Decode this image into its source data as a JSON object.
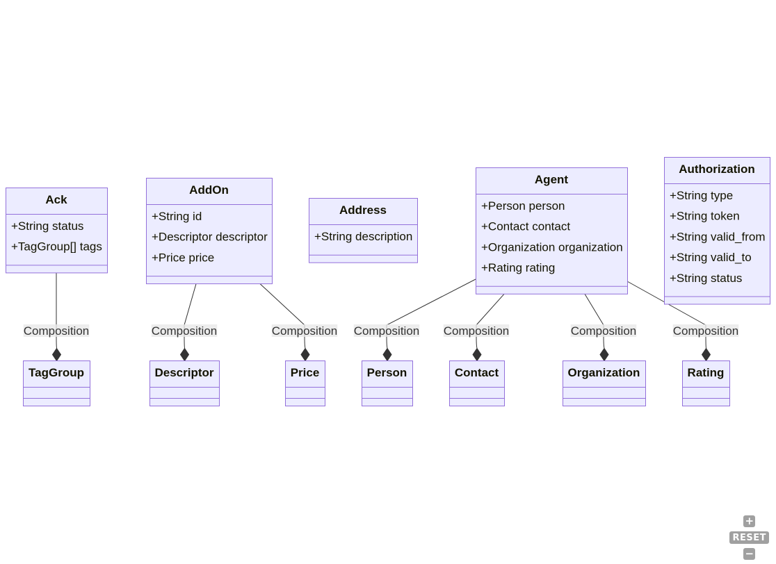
{
  "classes": [
    {
      "id": "Ack",
      "name": "Ack",
      "attributes": [
        "+String status",
        "+TagGroup[] tags"
      ]
    },
    {
      "id": "AddOn",
      "name": "AddOn",
      "attributes": [
        "+String id",
        "+Descriptor descriptor",
        "+Price price"
      ]
    },
    {
      "id": "Address",
      "name": "Address",
      "attributes": [
        "+String description"
      ]
    },
    {
      "id": "Agent",
      "name": "Agent",
      "attributes": [
        "+Person person",
        "+Contact contact",
        "+Organization organization",
        "+Rating rating"
      ]
    },
    {
      "id": "Authorization",
      "name": "Authorization",
      "attributes": [
        "+String type",
        "+String token",
        "+String valid_from",
        "+String valid_to",
        "+String status"
      ]
    },
    {
      "id": "TagGroup",
      "name": "TagGroup",
      "attributes": []
    },
    {
      "id": "Descriptor",
      "name": "Descriptor",
      "attributes": []
    },
    {
      "id": "Price",
      "name": "Price",
      "attributes": []
    },
    {
      "id": "Person",
      "name": "Person",
      "attributes": []
    },
    {
      "id": "Contact",
      "name": "Contact",
      "attributes": []
    },
    {
      "id": "Organization",
      "name": "Organization",
      "attributes": []
    },
    {
      "id": "Rating",
      "name": "Rating",
      "attributes": []
    }
  ],
  "relations": [
    {
      "from": "Ack",
      "to": "TagGroup",
      "label": "Composition"
    },
    {
      "from": "AddOn",
      "to": "Descriptor",
      "label": "Composition"
    },
    {
      "from": "AddOn",
      "to": "Price",
      "label": "Composition"
    },
    {
      "from": "Agent",
      "to": "Person",
      "label": "Composition"
    },
    {
      "from": "Agent",
      "to": "Contact",
      "label": "Composition"
    },
    {
      "from": "Agent",
      "to": "Organization",
      "label": "Composition"
    },
    {
      "from": "Agent",
      "to": "Rating",
      "label": "Composition"
    }
  ],
  "controls": {
    "zoom_in_icon": "plus-icon",
    "reset_label": "RESET",
    "zoom_out_icon": "minus-icon"
  },
  "colors": {
    "class_fill": "#ECECFF",
    "class_border": "#9370DB",
    "edge": "#333333",
    "label_background": "#E8E8E8"
  }
}
